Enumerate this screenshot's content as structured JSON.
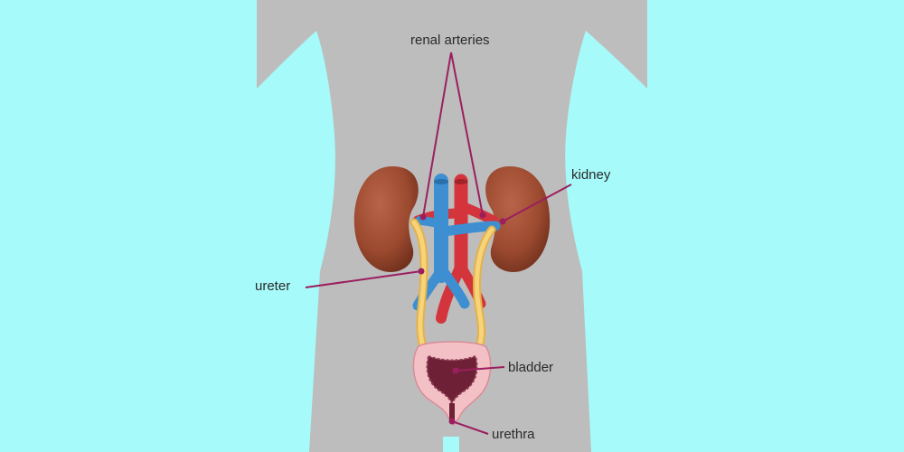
{
  "labels": {
    "renal_arteries": "renal arteries",
    "kidney": "kidney",
    "ureter": "ureter",
    "bladder": "bladder",
    "urethra": "urethra"
  },
  "colors": {
    "background": "#a6fafa",
    "body": "#bdbdbd",
    "kidney": "#9c4a2f",
    "artery": "#d4343c",
    "vein": "#3d8fd1",
    "ureter": "#f4c860",
    "bladder_wall": "#f3c0c6",
    "bladder_lumen": "#6e2036",
    "leader_line": "#9b1f5e"
  }
}
